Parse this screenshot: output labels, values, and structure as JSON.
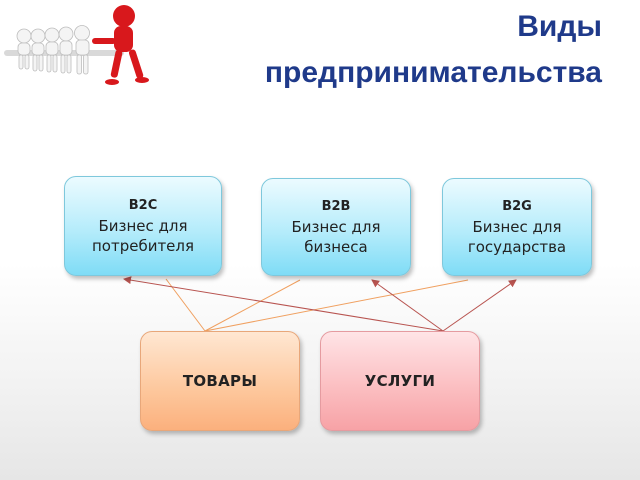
{
  "title": {
    "line1": "Виды",
    "line2": "предпринимательства"
  },
  "colors": {
    "title": "#1f3a8a",
    "goods_links": "#f0a060",
    "services_links": "#b85450"
  },
  "nodes": {
    "b2c": {
      "code": "B2C",
      "line1": "Бизнес для",
      "line2": "потребителя"
    },
    "b2b": {
      "code": "B2B",
      "line1": "Бизнес для",
      "line2": "бизнеса"
    },
    "b2g": {
      "code": "B2G",
      "line1": "Бизнес для",
      "line2": "государства"
    },
    "goods": {
      "label": "ТОВАРЫ"
    },
    "services": {
      "label": "УСЛУГИ"
    }
  },
  "edges": [
    {
      "from": "goods",
      "to": "b2c"
    },
    {
      "from": "goods",
      "to": "b2b"
    },
    {
      "from": "goods",
      "to": "b2g"
    },
    {
      "from": "services",
      "to": "b2c"
    },
    {
      "from": "services",
      "to": "b2b"
    },
    {
      "from": "services",
      "to": "b2g"
    }
  ]
}
